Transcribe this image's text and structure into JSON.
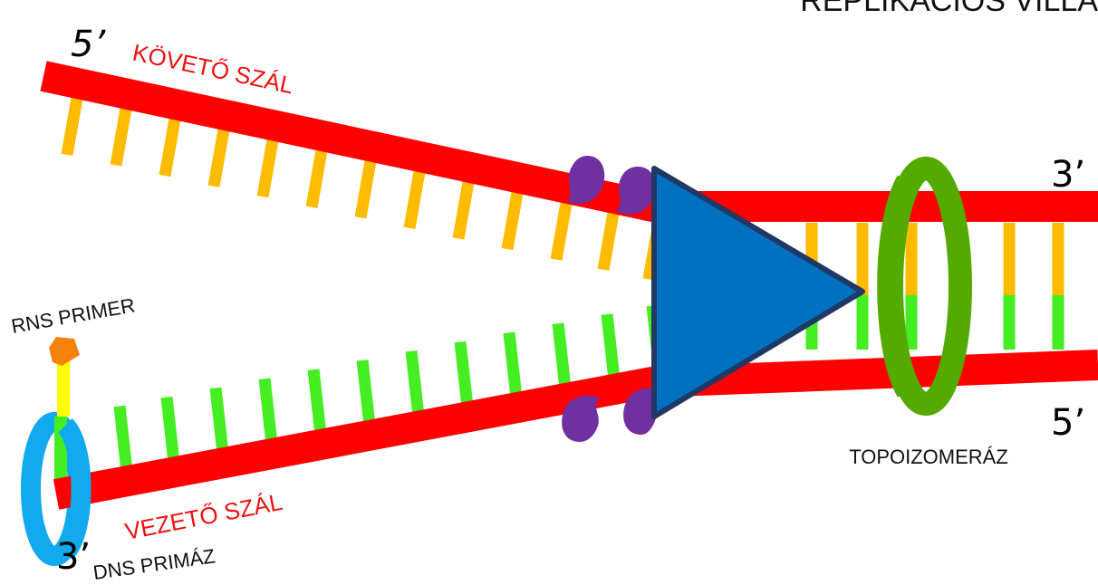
{
  "title": "REPLIKÁCIÓS VILLA",
  "labels": {
    "lagging_strand": "KÖVETŐ SZÁL",
    "leading_strand": "VEZETŐ SZÁL",
    "rna_primer": "RNS PRIMER",
    "dna_primase": "DNS PRIMÁZ",
    "topoisomerase": "TOPOIZOMERÁZ"
  },
  "ends": {
    "top_left": "5’",
    "top_right": "3’",
    "bottom_right": "5’",
    "bottom_left": "3’"
  },
  "colors": {
    "strand": "#ff0000",
    "lagging_bases": "#ffbb00",
    "leading_bases": "#44ee22",
    "helicase": "#0070c0",
    "helicase_outline": "#1f3864",
    "topoisomerase": "#55aa00",
    "primase": "#11aaee",
    "primer": "#ffff00",
    "primer_tip": "#f5820a",
    "ssb_proteins": "#7030a0"
  },
  "icons": {
    "helicase": "triangle",
    "ssb_protein": "comma-shape",
    "topoisomerase": "ring",
    "primase": "ring"
  }
}
